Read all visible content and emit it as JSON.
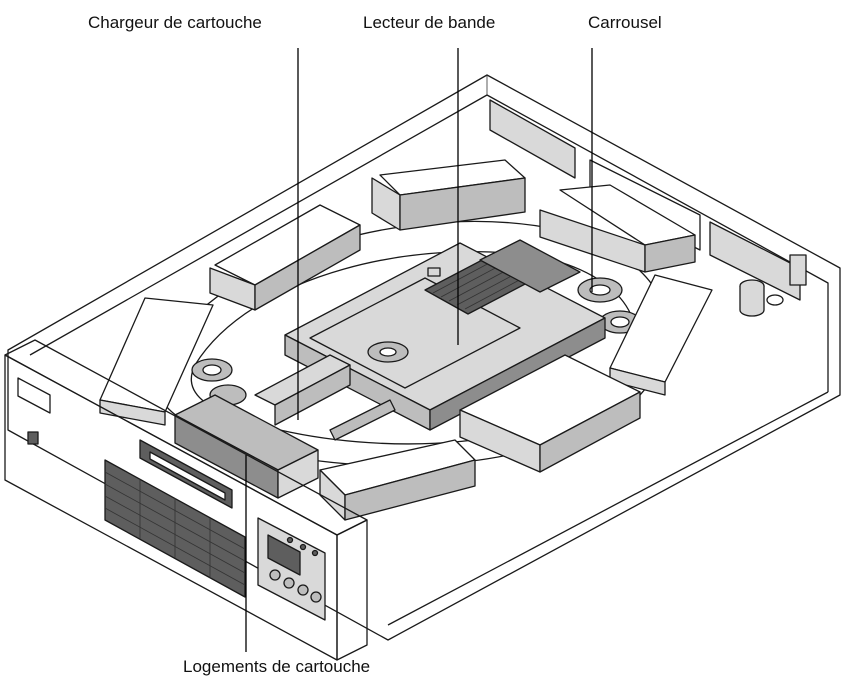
{
  "labels": {
    "cartridge_loader": "Chargeur de cartouche",
    "tape_drive": "Lecteur de bande",
    "carousel": "Carrousel",
    "cartridge_slots": "Logements de cartouche"
  },
  "colors": {
    "line": "#1a1a1a",
    "fill_light": "#d9d9d9",
    "fill_mid": "#bdbdbd",
    "fill_dark": "#5e5e5e",
    "background": "#ffffff"
  }
}
